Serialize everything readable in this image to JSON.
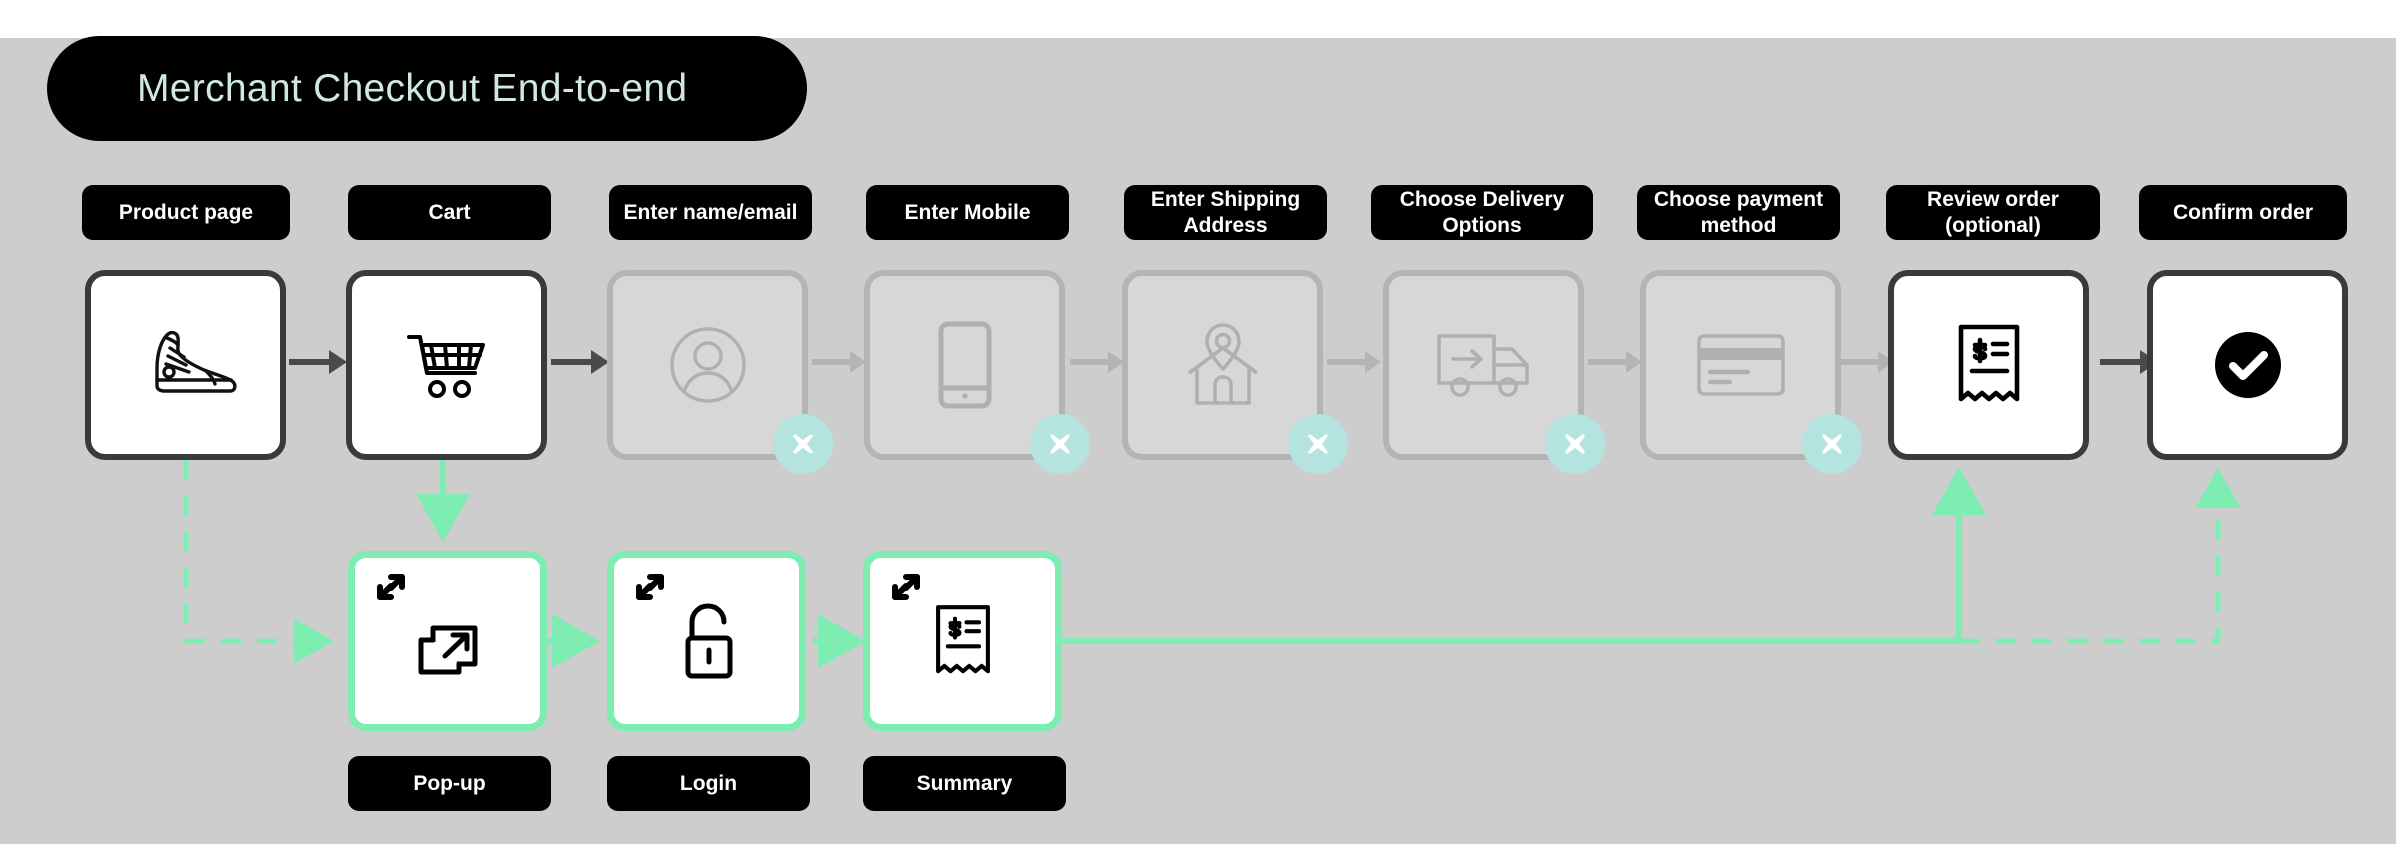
{
  "page": {
    "title": "Merchant Checkout End-to-end",
    "background_top": "#ffffff",
    "background_main": "#cdcdcd"
  },
  "colors": {
    "accent_green": "#7dedb2",
    "title_text": "#cfe9dd",
    "pill_bg": "#000000",
    "card_active_border": "#3a3a3a",
    "card_disabled_bg": "#d7d7d7",
    "card_disabled_border": "#b4b4b4",
    "x_badge_bg": "#b4e3e0",
    "arrow_dark": "#4a4a4a",
    "arrow_grey": "#b4b4b4"
  },
  "main_flow": {
    "steps": [
      {
        "id": "product-page",
        "label": "Product page",
        "icon": "sneaker-icon",
        "state": "active"
      },
      {
        "id": "cart",
        "label": "Cart",
        "icon": "shopping-cart-icon",
        "state": "active"
      },
      {
        "id": "enter-name",
        "label": "Enter name/email",
        "icon": "user-circle-icon",
        "state": "disabled",
        "badge": "x-badge"
      },
      {
        "id": "enter-mobile",
        "label": "Enter Mobile",
        "icon": "mobile-phone-icon",
        "state": "disabled",
        "badge": "x-badge"
      },
      {
        "id": "shipping-address",
        "label": "Enter Shipping Address",
        "icon": "home-pin-icon",
        "state": "disabled",
        "badge": "x-badge"
      },
      {
        "id": "delivery-options",
        "label": "Choose Delivery Options",
        "icon": "delivery-truck-icon",
        "state": "disabled",
        "badge": "x-badge"
      },
      {
        "id": "payment-method",
        "label": "Choose payment method",
        "icon": "credit-card-icon",
        "state": "disabled",
        "badge": "x-badge"
      },
      {
        "id": "review-order",
        "label": "Review order (optional)",
        "icon": "receipt-icon",
        "state": "active"
      },
      {
        "id": "confirm-order",
        "label": "Confirm order",
        "icon": "check-circle-icon",
        "state": "active"
      }
    ]
  },
  "sub_flow": {
    "steps": [
      {
        "id": "pop-up",
        "label": "Pop-up",
        "icon": "external-window-icon",
        "corner_icon": "link-code-icon"
      },
      {
        "id": "login",
        "label": "Login",
        "icon": "unlock-padlock-icon",
        "corner_icon": "link-code-icon"
      },
      {
        "id": "summary",
        "label": "Summary",
        "icon": "receipt-icon",
        "corner_icon": "link-code-icon"
      }
    ]
  }
}
